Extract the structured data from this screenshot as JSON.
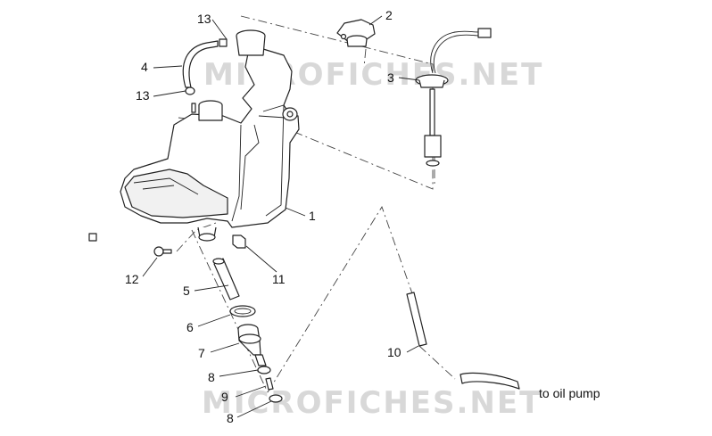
{
  "watermarks": [
    "MICROFICHES.NET",
    "MICROFICHES.NET"
  ],
  "callouts": {
    "c1": "1",
    "c2": "2",
    "c3": "3",
    "c4": "4",
    "c5": "5",
    "c6": "6",
    "c7": "7",
    "c8a": "8",
    "c8b": "8",
    "c9": "9",
    "c10": "10",
    "c11": "11",
    "c12": "12",
    "c13a": "13",
    "c13b": "13"
  },
  "notes": {
    "oil_pump": "to oil pump"
  },
  "colors": {
    "line": "#222222",
    "watermark": "#d8d8d8",
    "background": "#ffffff"
  }
}
